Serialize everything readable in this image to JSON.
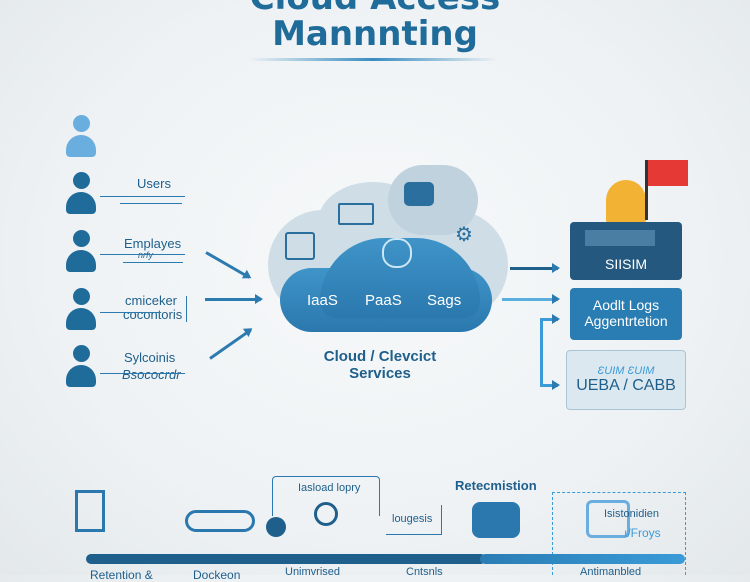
{
  "header": {
    "title_line1": "Cloud Access",
    "title_line2": "Mannnting"
  },
  "sources": [
    {
      "label": "Users",
      "sublabel": ""
    },
    {
      "label": "Emplayes",
      "sublabel": "nrfy"
    },
    {
      "label": "cmiceker",
      "sublabel": "cocontoris"
    },
    {
      "label": "Sylcoinis",
      "sublabel": "Bsococrdr"
    }
  ],
  "cloud": {
    "services": [
      "IaaS",
      "PaaS",
      "Sags"
    ],
    "caption_line1": "Cloud / Clevcict",
    "caption_line2": "Services"
  },
  "pipeline": {
    "siem": "SIISIM",
    "audit_line1": "Aodlt Logs",
    "audit_line2": "Aggentrtetion",
    "ueba_top": "ƐUIM ƐUIM",
    "ueba": "UEBA / CABB"
  },
  "timeline": {
    "top_labels": [
      "Iasload lopry",
      "Retecmistion",
      "lougesis",
      "Isistonidien",
      "ı/Froys"
    ],
    "bottom_labels": [
      "Retention &",
      "Dockeon",
      "Unimvrised",
      "Cntsnls",
      "Antimanbled"
    ]
  },
  "colors": {
    "primary": "#1f6b9a",
    "accent": "#3a9bd8",
    "alert": "#e53935",
    "bell": "#f2b233"
  }
}
